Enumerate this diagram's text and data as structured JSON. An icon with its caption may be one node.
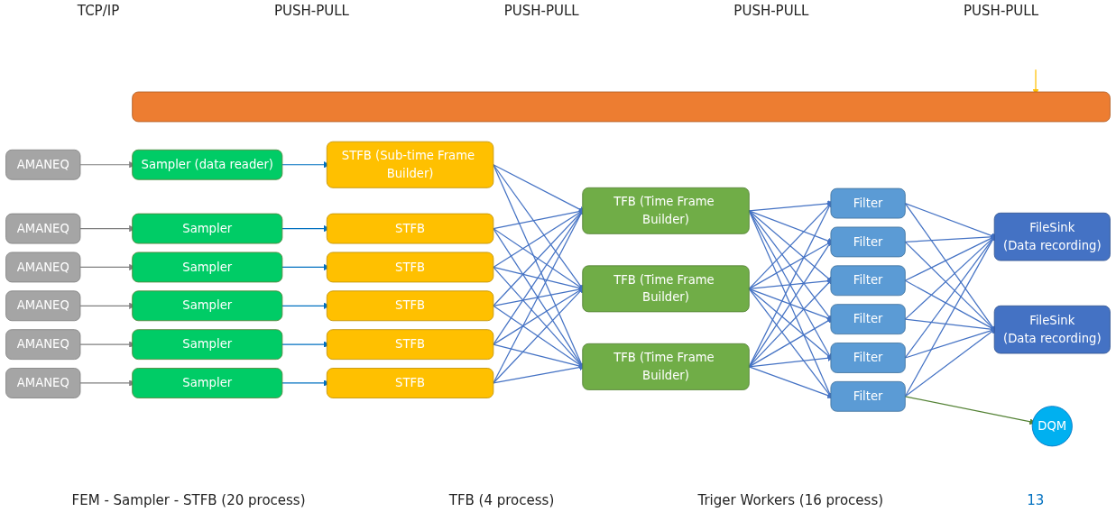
{
  "diagram": {
    "nodes": [
      {
        "text": [],
        "shape": "bar"
      },
      {
        "text": [
          "AMANEQ"
        ]
      },
      {
        "text": [
          "AMANEQ"
        ]
      },
      {
        "text": [
          "AMANEQ"
        ]
      },
      {
        "text": [
          "AMANEQ"
        ]
      },
      {
        "text": [
          "AMANEQ"
        ]
      },
      {
        "text": [
          "AMANEQ"
        ]
      },
      {
        "text": [
          "Sampler (data reader)"
        ]
      },
      {
        "text": [
          "Sampler"
        ]
      },
      {
        "text": [
          "Sampler"
        ]
      },
      {
        "text": [
          "Sampler"
        ]
      },
      {
        "text": [
          "Sampler"
        ]
      },
      {
        "text": [
          "Sampler"
        ]
      },
      {
        "text": [
          "STFB (Sub-time Frame Builder)"
        ]
      },
      {
        "text": [
          "STFB"
        ]
      },
      {
        "text": [
          "STFB"
        ]
      },
      {
        "text": [
          "STFB"
        ]
      },
      {
        "text": [
          "STFB"
        ]
      },
      {
        "text": [
          "STFB"
        ]
      },
      {
        "text": [
          "TFB (Time Frame Builder)"
        ]
      },
      {
        "text": [
          "TFB (Time Frame Builder)"
        ]
      },
      {
        "text": [
          "TFB (Time Frame Builder)"
        ]
      },
      {
        "text": [
          "Filter"
        ]
      },
      {
        "text": [
          "Filter"
        ]
      },
      {
        "text": [
          "Filter"
        ]
      },
      {
        "text": [
          "Filter"
        ]
      },
      {
        "text": [
          "Filter"
        ]
      },
      {
        "text": [
          "Filter"
        ]
      },
      {
        "text": [
          "FileSink",
          "(Data recording)"
        ]
      },
      {
        "text": [
          "FileSink",
          "(Data recording)"
        ]
      },
      {
        "text": [
          "DQM"
        ]
      }
    ],
    "edges": [
      {
        "from": null,
        "to": 0,
        "arrow": "to",
        "color": "#ffc000"
      },
      {
        "from": 1,
        "to": 7,
        "arrow": "to",
        "color": "#7f7f7f"
      },
      {
        "from": 2,
        "to": 8,
        "arrow": "to",
        "color": "#7f7f7f"
      },
      {
        "from": 3,
        "to": 9,
        "arrow": "to",
        "color": "#7f7f7f"
      },
      {
        "from": 4,
        "to": 10,
        "arrow": "to",
        "color": "#7f7f7f"
      },
      {
        "from": 5,
        "to": 11,
        "arrow": "to",
        "color": "#7f7f7f"
      },
      {
        "from": 6,
        "to": 12,
        "arrow": "to",
        "color": "#7f7f7f"
      },
      {
        "from": 7,
        "to": 13,
        "arrow": "to",
        "color": "#0070c0"
      },
      {
        "from": 8,
        "to": 14,
        "arrow": "to",
        "color": "#0070c0"
      },
      {
        "from": 9,
        "to": 15,
        "arrow": "to",
        "color": "#0070c0"
      },
      {
        "from": 10,
        "to": 16,
        "arrow": "to",
        "color": "#0070c0"
      },
      {
        "from": 11,
        "to": 17,
        "arrow": "to",
        "color": "#0070c0"
      },
      {
        "from": 12,
        "to": 18,
        "arrow": "to",
        "color": "#0070c0"
      },
      {
        "from": 13,
        "to": 19,
        "arrow": "to"
      },
      {
        "from": 13,
        "to": 20,
        "arrow": "to"
      },
      {
        "from": 13,
        "to": 21,
        "arrow": "to"
      },
      {
        "from": 14,
        "to": 19,
        "arrow": "to"
      },
      {
        "from": 14,
        "to": 20,
        "arrow": "to"
      },
      {
        "from": 14,
        "to": 21,
        "arrow": "to"
      },
      {
        "from": 15,
        "to": 19,
        "arrow": "to"
      },
      {
        "from": 15,
        "to": 20,
        "arrow": "to"
      },
      {
        "from": 15,
        "to": 21,
        "arrow": "to"
      },
      {
        "from": 16,
        "to": 19,
        "arrow": "to"
      },
      {
        "from": 16,
        "to": 20,
        "arrow": "to"
      },
      {
        "from": 16,
        "to": 21,
        "arrow": "to"
      },
      {
        "from": 17,
        "to": 19,
        "arrow": "to"
      },
      {
        "from": 17,
        "to": 20,
        "arrow": "to"
      },
      {
        "from": 17,
        "to": 21,
        "arrow": "to"
      },
      {
        "from": 18,
        "to": 19,
        "arrow": "to"
      },
      {
        "from": 18,
        "to": 20,
        "arrow": "to"
      },
      {
        "from": 18,
        "to": 21,
        "arrow": "to"
      },
      {
        "from": 19,
        "to": 22,
        "arrow": "to"
      },
      {
        "from": 19,
        "to": 23,
        "arrow": "to"
      },
      {
        "from": 19,
        "to": 24,
        "arrow": "to"
      },
      {
        "from": 19,
        "to": 25,
        "arrow": "to"
      },
      {
        "from": 19,
        "to": 26,
        "arrow": "to"
      },
      {
        "from": 19,
        "to": 27,
        "arrow": "to"
      },
      {
        "from": 20,
        "to": 22,
        "arrow": "to"
      },
      {
        "from": 20,
        "to": 23,
        "arrow": "to"
      },
      {
        "from": 20,
        "to": 24,
        "arrow": "to"
      },
      {
        "from": 20,
        "to": 25,
        "arrow": "to"
      },
      {
        "from": 20,
        "to": 26,
        "arrow": "to"
      },
      {
        "from": 20,
        "to": 27,
        "arrow": "to"
      },
      {
        "from": 21,
        "to": 22,
        "arrow": "to"
      },
      {
        "from": 21,
        "to": 23,
        "arrow": "to"
      },
      {
        "from": 21,
        "to": 24,
        "arrow": "to"
      },
      {
        "from": 21,
        "to": 25,
        "arrow": "to"
      },
      {
        "from": 21,
        "to": 26,
        "arrow": "to"
      },
      {
        "from": 21,
        "to": 27,
        "arrow": "to"
      },
      {
        "from": 22,
        "to": 28,
        "arrow": "to"
      },
      {
        "from": 22,
        "to": 29,
        "arrow": "to"
      },
      {
        "from": 23,
        "to": 28,
        "arrow": "to"
      },
      {
        "from": 23,
        "to": 29,
        "arrow": "to"
      },
      {
        "from": 24,
        "to": 28,
        "arrow": "to"
      },
      {
        "from": 24,
        "to": 29,
        "arrow": "to"
      },
      {
        "from": 25,
        "to": 28,
        "arrow": "to"
      },
      {
        "from": 25,
        "to": 29,
        "arrow": "to"
      },
      {
        "from": 26,
        "to": 28,
        "arrow": "to"
      },
      {
        "from": 26,
        "to": 29,
        "arrow": "to"
      },
      {
        "from": 27,
        "to": 28,
        "arrow": "to"
      },
      {
        "from": 27,
        "to": 29,
        "arrow": "to"
      },
      {
        "from": 27,
        "to": 30,
        "arrow": "to",
        "color": "#548235"
      }
    ],
    "labels": [
      "TCP/IP",
      "PUSH-PULL",
      "PUSH-PULL",
      "PUSH-PULL",
      "PUSH-PULL",
      "FEM - Sampler - STFB (20 process)",
      "TFB (4 process)",
      "Triger Workers (16 process)",
      "13"
    ]
  }
}
